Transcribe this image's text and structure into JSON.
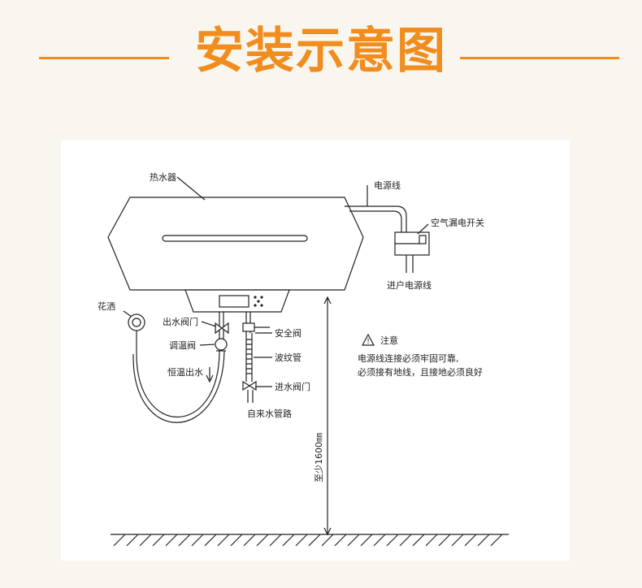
{
  "header": {
    "title": "安装示意图"
  },
  "colors": {
    "accent": "#f18d1e",
    "line": "#222222",
    "panel": "#ffffff",
    "page": "#f9f6ef"
  },
  "labels": {
    "heater": "热水器",
    "power_cord": "电源线",
    "breaker": "空气漏电开关",
    "incoming_power": "进户电源线",
    "shower": "花洒",
    "outlet_valve": "出水阀门",
    "mixing_valve": "调温阀",
    "constant_temp_out": "恒温出水",
    "safety_valve": "安全阀",
    "bellows": "波纹管",
    "inlet_valve": "进水阀门",
    "water_supply": "自来水管路",
    "height": "至少1600㎜"
  },
  "note": {
    "title": "注意",
    "line1": "电源线连接必须牢固可靠,",
    "line2": "必须接有地线，且接地必须良好"
  }
}
